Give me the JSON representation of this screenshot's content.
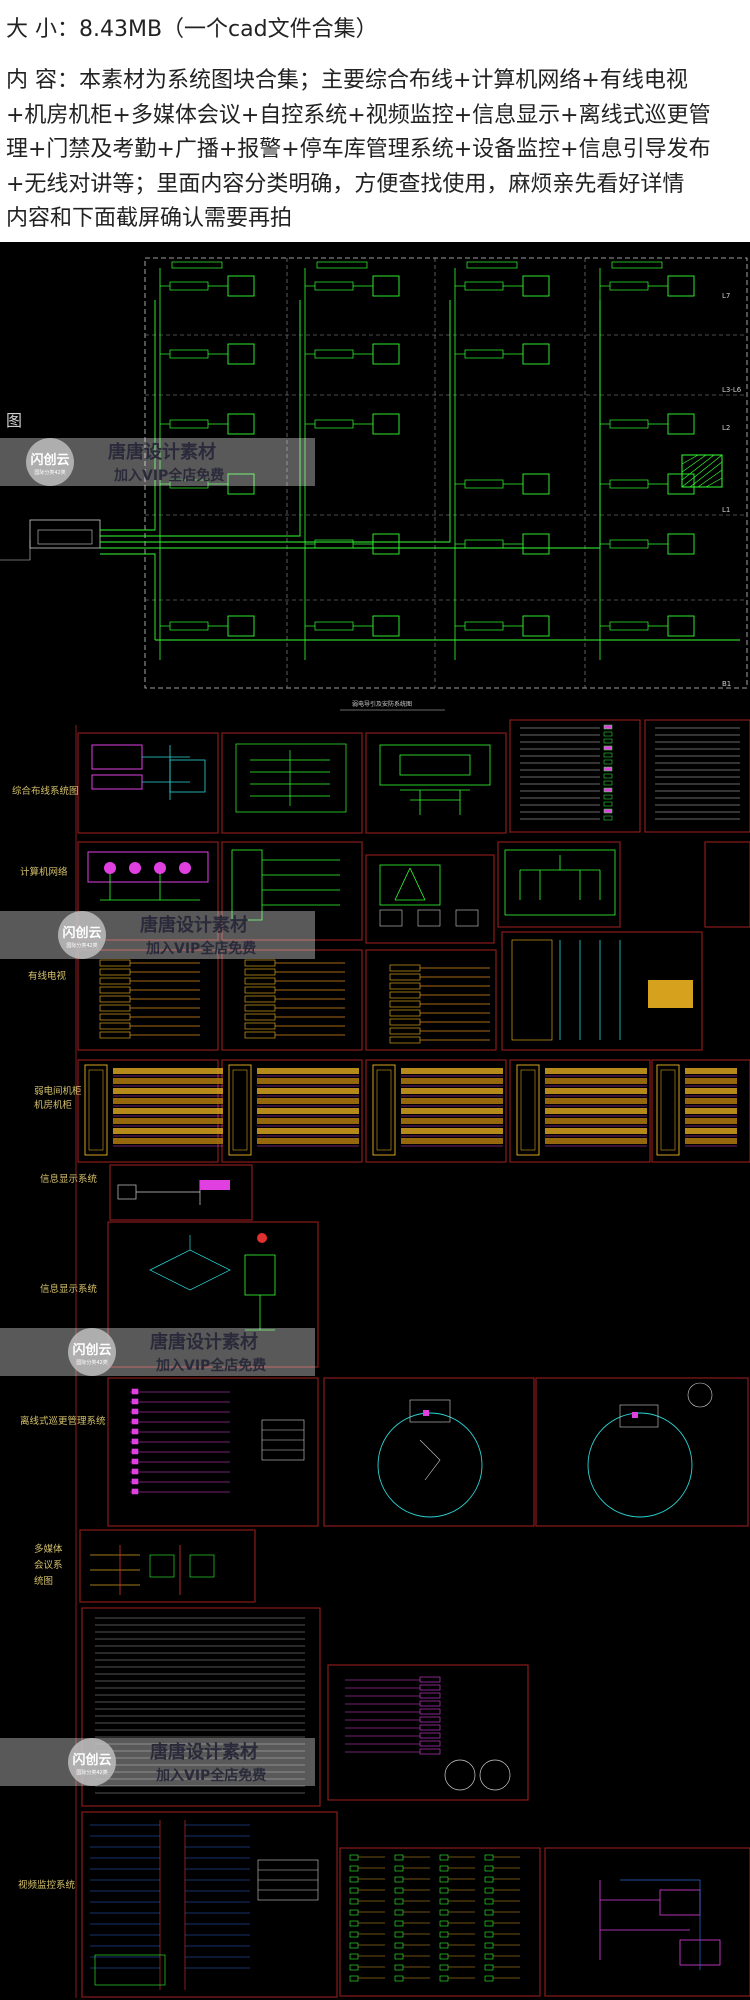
{
  "header": {
    "size_line": "大 小：8.43MB（一个cad文件合集）",
    "content_lines": [
      "内 容：本素材为系统图块合集；主要综合布线+计算机网络+有线电视",
      "+机房机柜+多媒体会议+自控系统+视频监控+信息显示+离线式巡更管",
      "理+门禁及考勤+广播+报警+停车库管理系统+设备监控+信息引导发布",
      "+无线对讲等；里面内容分类明确，方便查找使用，麻烦亲先看好详情",
      "内容和下面截屏确认需要再拍"
    ]
  },
  "cad": {
    "top_left_glyph": "图",
    "floor_labels": [
      "L7",
      "L3-L6",
      "L2",
      "L1",
      "B1"
    ],
    "sheet_title": "弱电导引及安防系统图",
    "section_labels": {
      "integrated_cabling": "综合布线系统图",
      "computer_network": "计算机网络",
      "catv": "有线电视",
      "cabinet": [
        "弱电间机柜",
        "机房机柜"
      ],
      "info_display_1": "信息显示系统",
      "info_display_2": "信息显示系统",
      "patrol": "离线式巡更管理系统",
      "multimedia": [
        "多媒体",
        "会议系",
        "统图"
      ],
      "video": "视频监控系统"
    }
  },
  "watermark": {
    "badge_text": "闪创云",
    "badge_sub": "国际分类42类",
    "line1": "唐唐设计素材",
    "line2": "加入VIP全店免费"
  },
  "colors": {
    "cad_background": "#000000",
    "frame_red": "#8a1a1a",
    "line_green": "#33ff33",
    "line_white": "#cfcfcf",
    "cad_yellow": "#d6a21e",
    "cad_orange": "#e08a1e",
    "cad_magenta": "#e040e0",
    "cad_cyan": "#2bd6d6",
    "cad_label": "#d4c06a",
    "watermark_text": "#2a2a3a"
  }
}
